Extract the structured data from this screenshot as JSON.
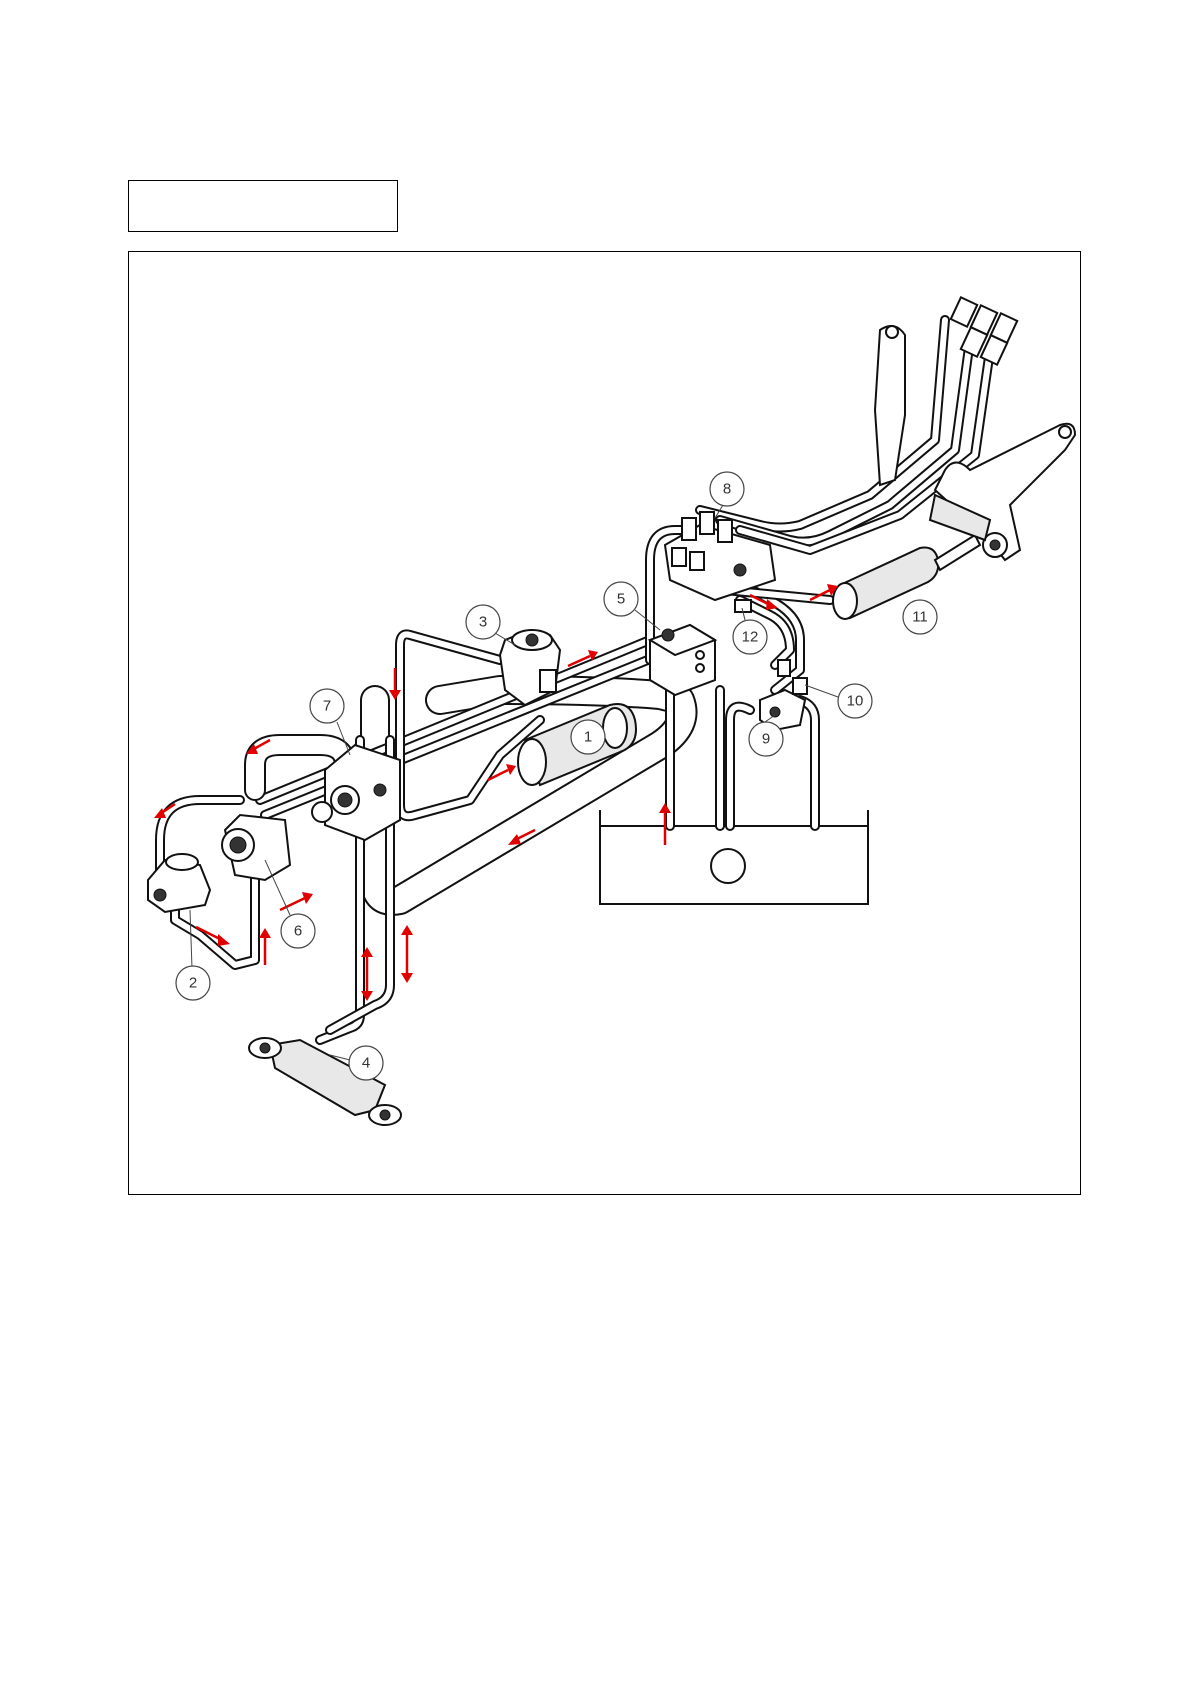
{
  "title_box": {
    "text": ""
  },
  "callouts": [
    {
      "id": "1",
      "label": "1"
    },
    {
      "id": "2",
      "label": "2"
    },
    {
      "id": "3",
      "label": "3"
    },
    {
      "id": "4",
      "label": "4"
    },
    {
      "id": "5",
      "label": "5"
    },
    {
      "id": "6",
      "label": "6"
    },
    {
      "id": "7",
      "label": "7"
    },
    {
      "id": "8",
      "label": "8"
    },
    {
      "id": "9",
      "label": "9"
    },
    {
      "id": "10",
      "label": "10"
    },
    {
      "id": "11",
      "label": "11"
    },
    {
      "id": "12",
      "label": "12"
    }
  ],
  "colors": {
    "flow_arrow": "#e00000",
    "line": "#111111"
  }
}
